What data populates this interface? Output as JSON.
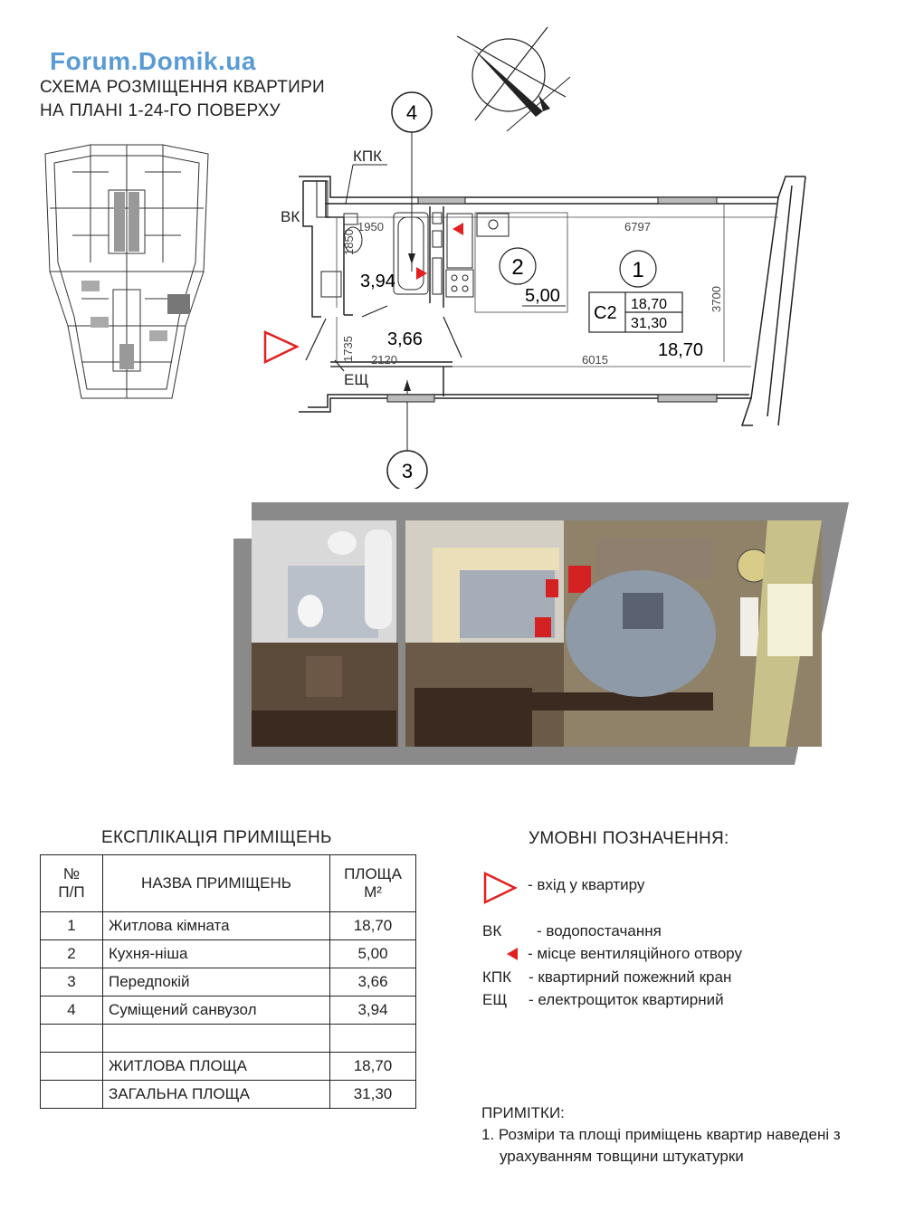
{
  "watermark": "Forum.Domik.ua",
  "heading": {
    "line1": "СХЕМА РОЗМІЩЕННЯ КВАРТИРИ",
    "line2": "НА ПЛАНІ 1-24-ГО ПОВЕРХУ"
  },
  "plan": {
    "axis_top": "4",
    "axis_bottom": "3",
    "label_kpk": "КПК",
    "label_vk": "ВК",
    "label_eshch": "ЕЩ",
    "dims": {
      "d1950": "1950",
      "d6797": "6797",
      "d1850": "1850",
      "d3700": "3700",
      "d1735": "1735",
      "d2120": "2120",
      "d6015": "6015"
    },
    "rooms": [
      {
        "num": "1",
        "area": "18,70"
      },
      {
        "num": "2",
        "area": "5,00"
      },
      {
        "num": "3",
        "area": "3,66"
      },
      {
        "num": "4",
        "area": "3,94"
      }
    ],
    "unit": {
      "code": "C2",
      "living": "18,70",
      "total": "31,30"
    }
  },
  "explication": {
    "title": "ЕКСПЛІКАЦІЯ ПРИМІЩЕНЬ",
    "headers": {
      "num_1": "№",
      "num_2": "П/П",
      "name": "НАЗВА ПРИМІЩЕНЬ",
      "area_1": "ПЛОЩА",
      "area_2": "М²"
    },
    "rows": [
      {
        "num": "1",
        "name": "Житлова кімната",
        "area": "18,70"
      },
      {
        "num": "2",
        "name": "Кухня-ніша",
        "area": "5,00"
      },
      {
        "num": "3",
        "name": "Передпокій",
        "area": "3,66"
      },
      {
        "num": "4",
        "name": "Суміщений санвузол",
        "area": "3,94"
      }
    ],
    "living_label": "ЖИТЛОВА ПЛОЩА",
    "living_value": "18,70",
    "total_label": "ЗАГАЛЬНА ПЛОЩА",
    "total_value": "31,30"
  },
  "legend": {
    "title": "УМОВНІ ПОЗНАЧЕННЯ:",
    "items": [
      {
        "code": "",
        "text": "- вхід у квартиру",
        "icon": "entrance-triangle-icon"
      },
      {
        "code": "ВК",
        "text": "- водопостачання"
      },
      {
        "code": "",
        "text": "- місце вентиляційного отвору",
        "icon": "ventilation-arrow-icon"
      },
      {
        "code": "КПК",
        "text": "- квартирний пожежний кран"
      },
      {
        "code": "ЕЩ",
        "text": "- електрощиток квартирний"
      }
    ]
  },
  "notes": {
    "title": "ПРИМІТКИ:",
    "line1": "1. Розміри та площі приміщень квартир наведені з",
    "line2": "урахуванням товщини штукатурки"
  },
  "colors": {
    "accent_red": "#e32020",
    "watermark_blue": "#5b9bd5",
    "line": "#222222"
  }
}
